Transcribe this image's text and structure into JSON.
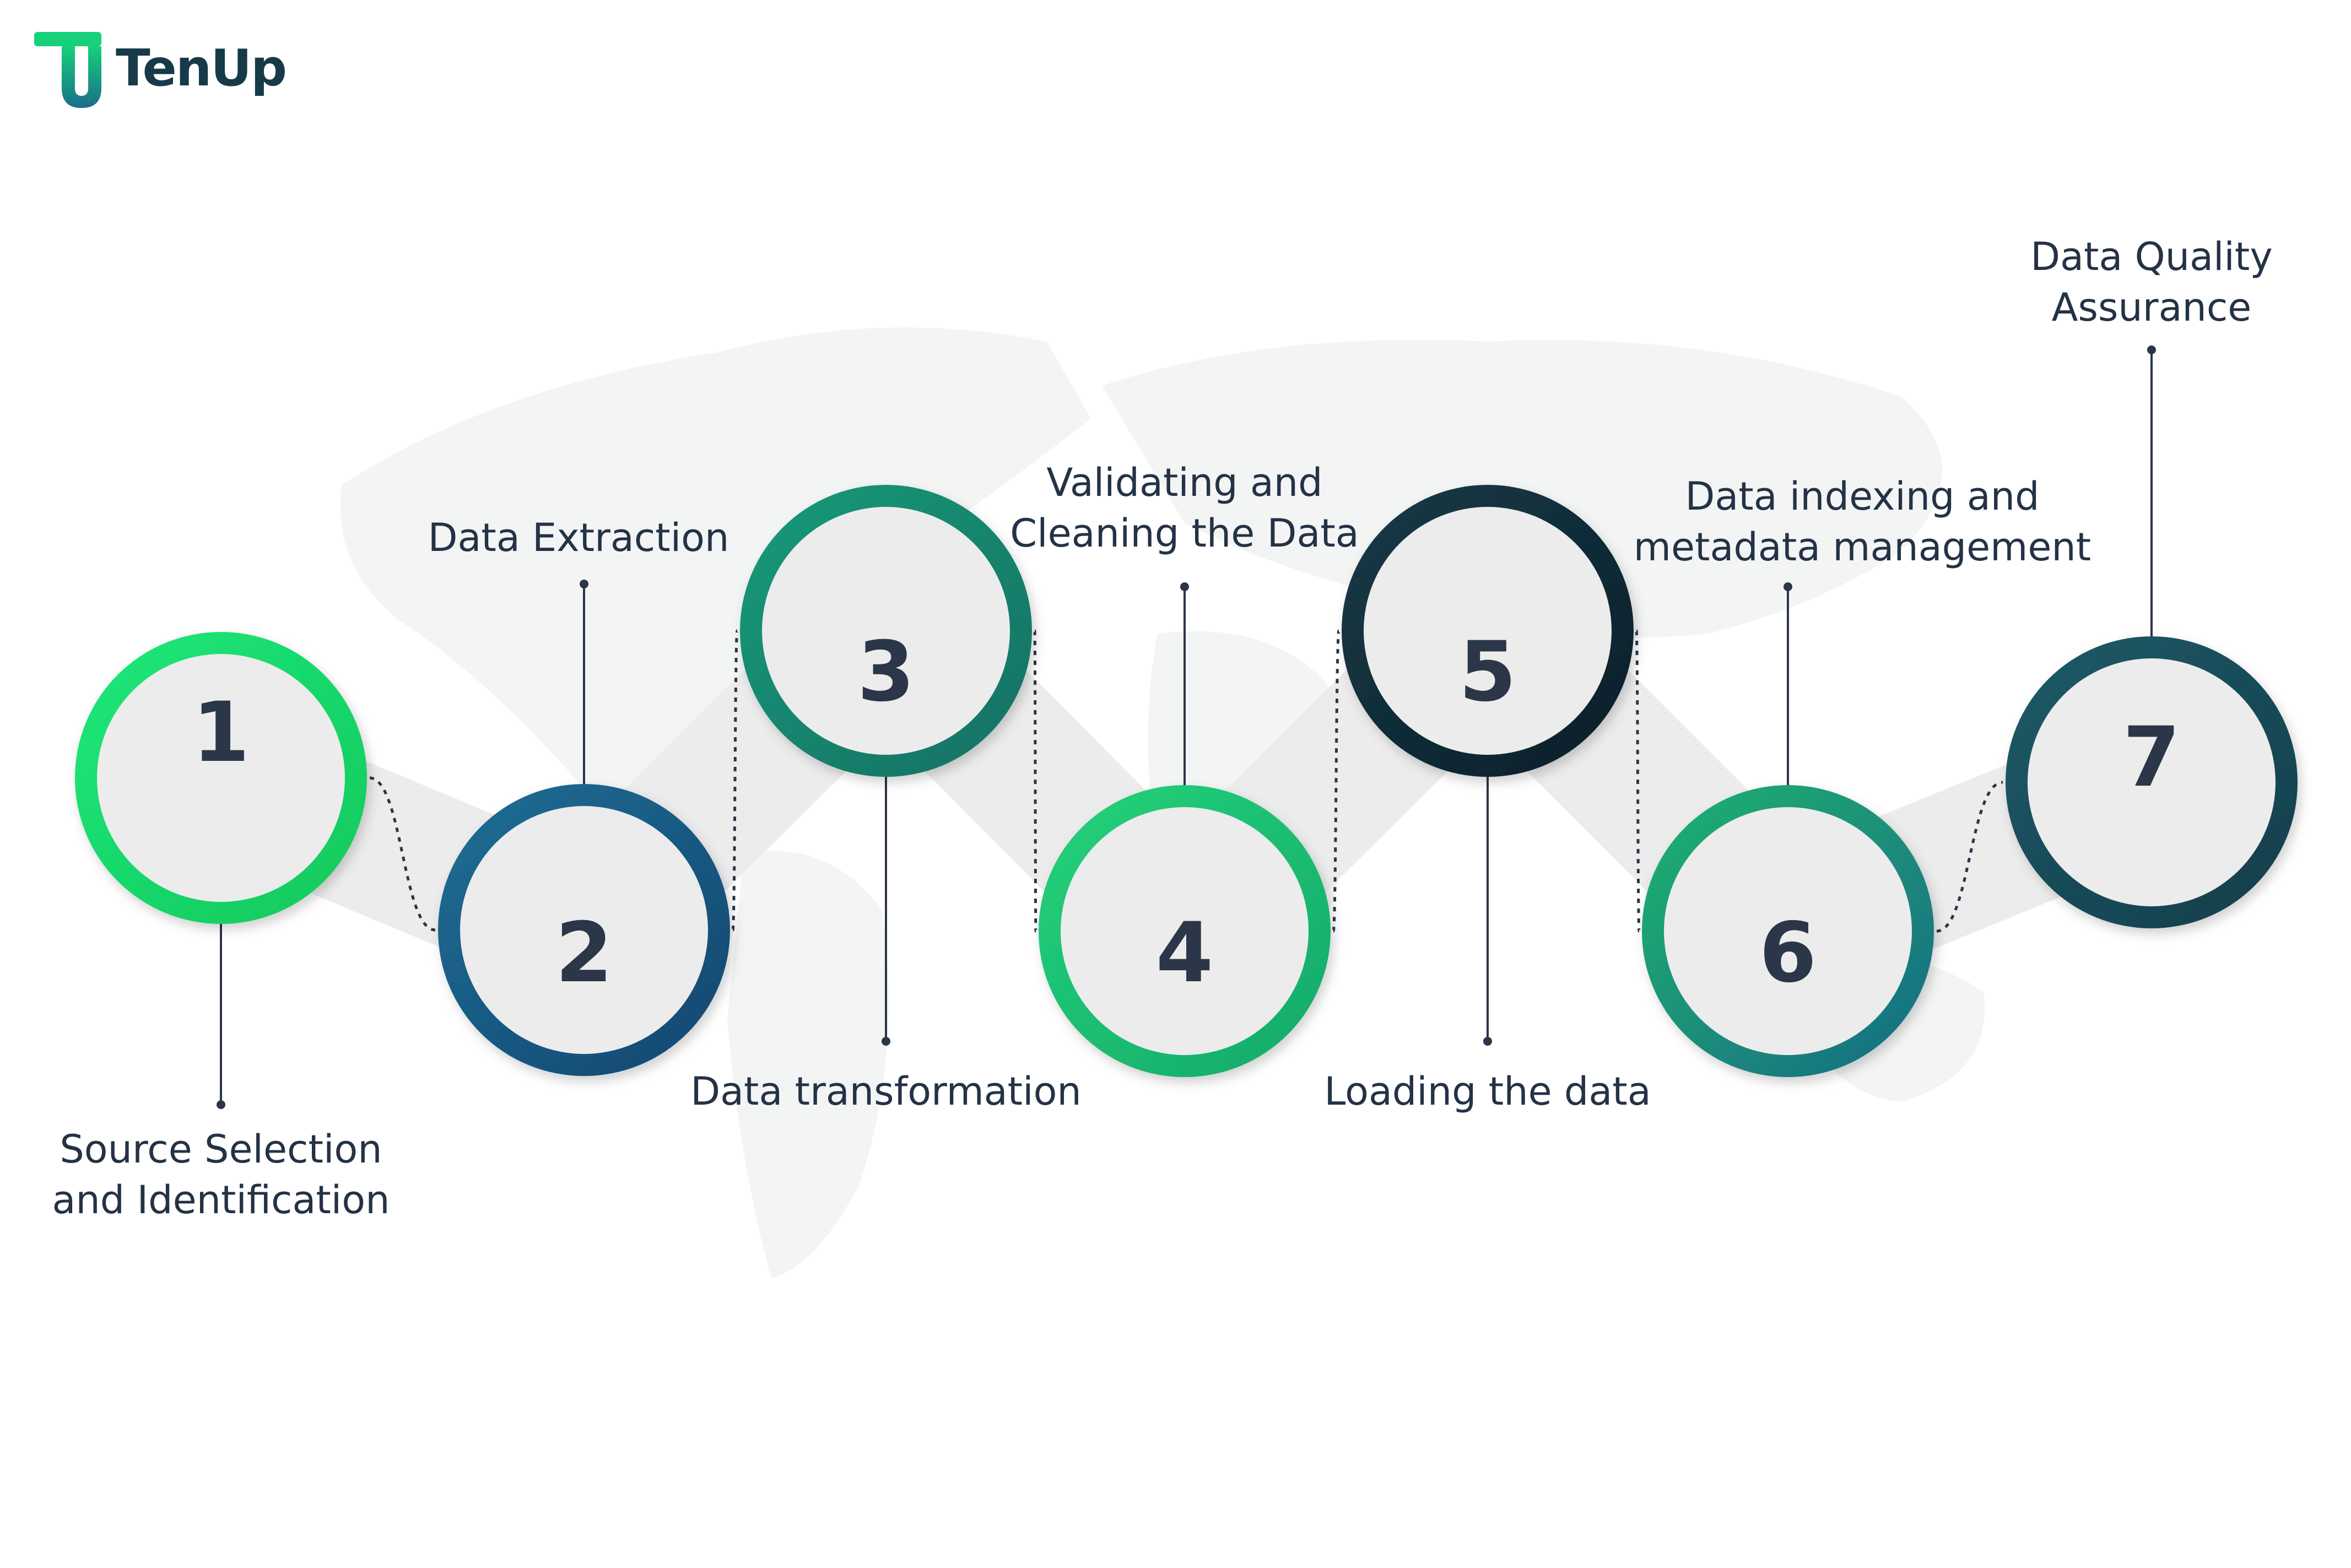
{
  "brand": {
    "name": "TenUp"
  },
  "colors": {
    "green_bright": "#14d968",
    "green": "#1db868",
    "teal": "#17806e",
    "blue": "#185a8a",
    "navy": "#0f2a35",
    "dark_teal": "#1b4a57",
    "text": "#243246"
  },
  "steps": [
    {
      "number": "1",
      "label_lines": [
        "Source Selection",
        "and Identification"
      ]
    },
    {
      "number": "2",
      "label_lines": [
        "Data Extraction"
      ]
    },
    {
      "number": "3",
      "label_lines": [
        "Data transformation"
      ]
    },
    {
      "number": "4",
      "label_lines": [
        "Validating and",
        "Cleaning the Data"
      ]
    },
    {
      "number": "5",
      "label_lines": [
        "Loading the data"
      ]
    },
    {
      "number": "6",
      "label_lines": [
        "Data indexing and",
        "metadata management"
      ]
    },
    {
      "number": "7",
      "label_lines": [
        "Data Quality",
        "Assurance"
      ]
    }
  ]
}
